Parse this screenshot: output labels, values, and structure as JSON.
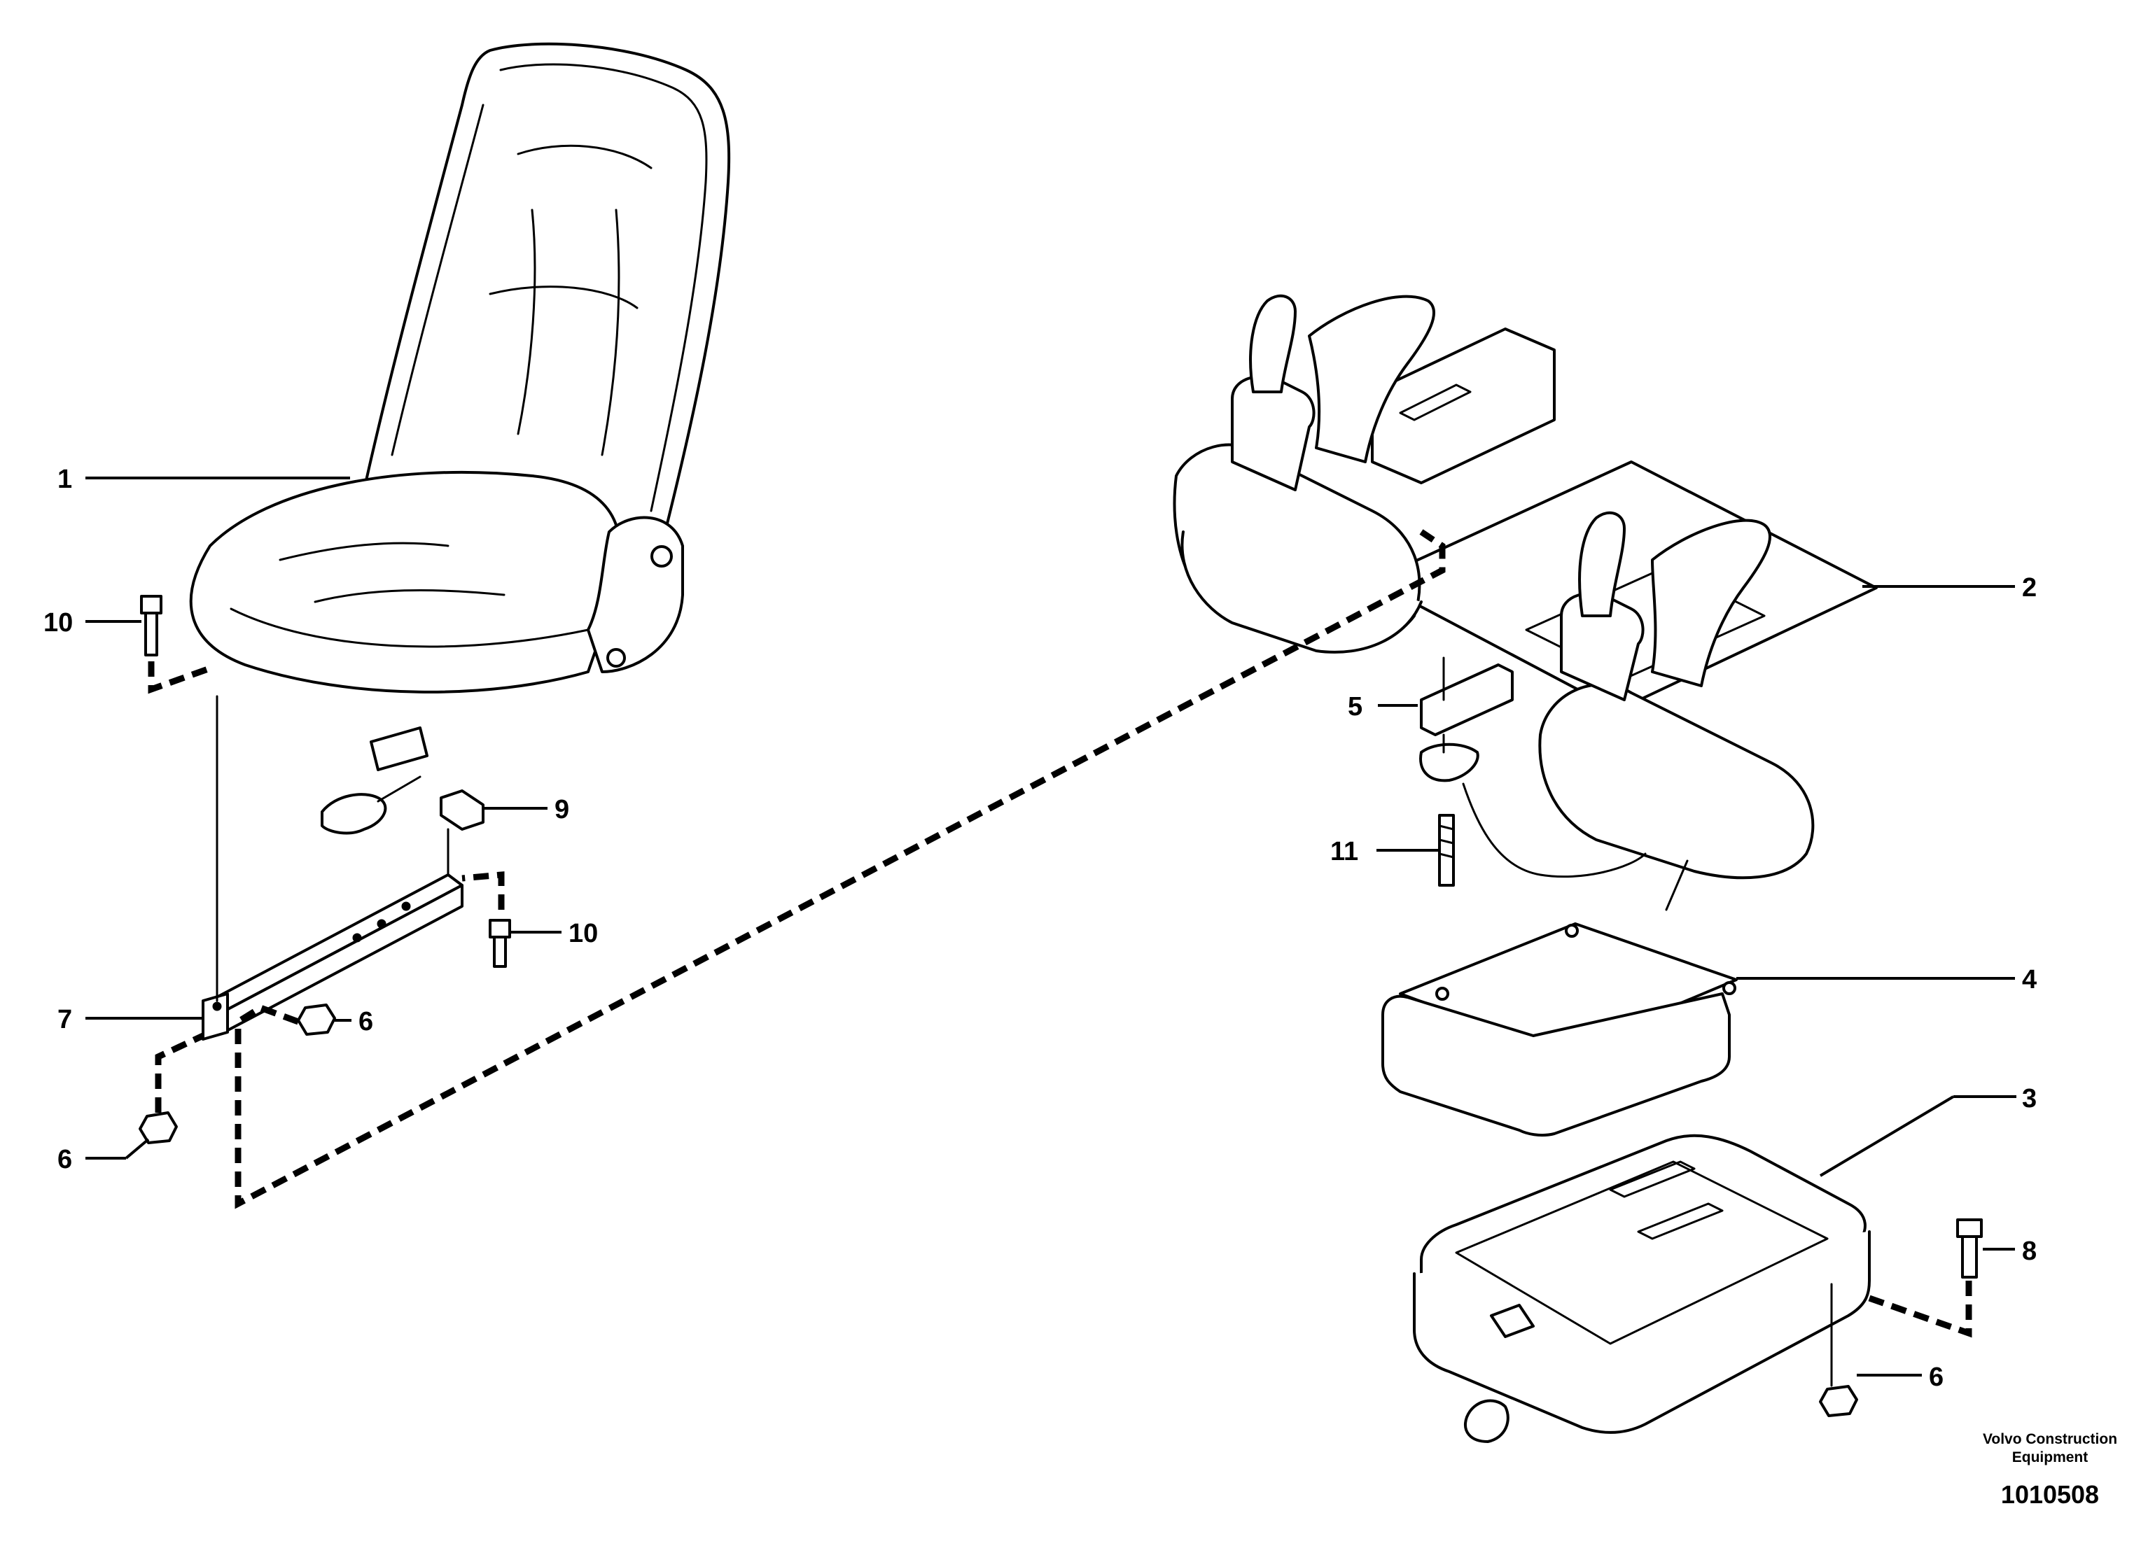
{
  "callouts": [
    {
      "id": "c1",
      "label": "1"
    },
    {
      "id": "c2",
      "label": "2"
    },
    {
      "id": "c3",
      "label": "3"
    },
    {
      "id": "c4",
      "label": "4"
    },
    {
      "id": "c5",
      "label": "5"
    },
    {
      "id": "c6a",
      "label": "6"
    },
    {
      "id": "c6b",
      "label": "6"
    },
    {
      "id": "c6c",
      "label": "6"
    },
    {
      "id": "c7",
      "label": "7"
    },
    {
      "id": "c8",
      "label": "8"
    },
    {
      "id": "c9",
      "label": "9"
    },
    {
      "id": "c10a",
      "label": "10"
    },
    {
      "id": "c10b",
      "label": "10"
    },
    {
      "id": "c11",
      "label": "11"
    }
  ],
  "credit": {
    "line1": "Volvo Construction",
    "line2": "Equipment"
  },
  "drawing_number": "1010508"
}
